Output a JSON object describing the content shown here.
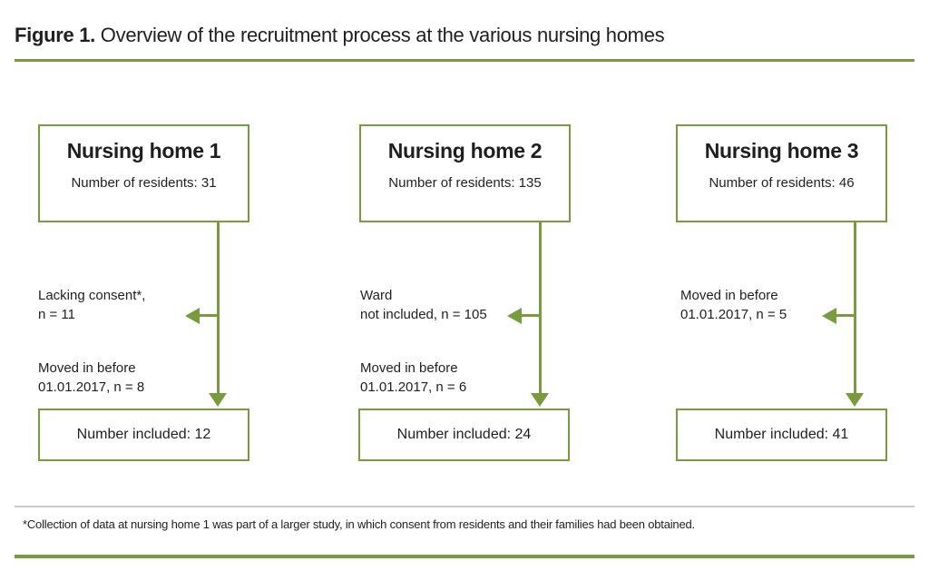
{
  "figure": {
    "title_label": "Figure 1.",
    "title_text": " Overview of the recruitment process at the various nursing homes",
    "footnote": "*Collection of data at nursing home 1 was part of a larger study, in which consent from residents and their families had been obtained."
  },
  "colors": {
    "accent_green": "#7a9a3e",
    "divider_gray": "#c9c9c9",
    "text": "#1f1f1f",
    "background": "#ffffff"
  },
  "columns": [
    {
      "title": "Nursing home 1",
      "subtitle": "Number of residents: 31",
      "exclusions": [
        "Lacking consent*,\nn = 11",
        "Moved in before\n01.01.2017, n = 8"
      ],
      "result": "Number included: 12"
    },
    {
      "title": "Nursing home 2",
      "subtitle": "Number of residents: 135",
      "exclusions": [
        "Ward\nnot included, n = 105",
        "Moved in before\n01.01.2017, n = 6"
      ],
      "result": "Number included: 24"
    },
    {
      "title": "Nursing home 3",
      "subtitle": "Number of residents: 46",
      "exclusions": [
        "Moved in before\n01.01.2017, n = 5"
      ],
      "result": "Number included: 41"
    }
  ]
}
